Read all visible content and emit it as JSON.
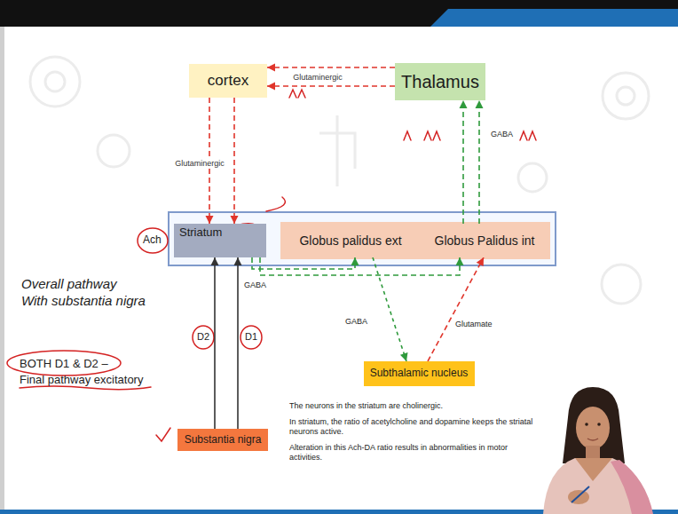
{
  "diagram": {
    "nodes": [
      {
        "text": [
          "cortex"
        ]
      },
      {
        "text": [
          "Thalamus"
        ]
      },
      {
        "text": [
          "Striatum"
        ]
      },
      {
        "text": [
          "Globus palidus ext"
        ]
      },
      {
        "text": [
          "Globus Palidus int"
        ]
      },
      {
        "text": [
          "Subthalamic nucleus"
        ]
      },
      {
        "text": [
          "Substantia nigra"
        ]
      }
    ],
    "edges": [
      {
        "from": 1,
        "to": 0,
        "arrow": "to"
      },
      {
        "from": 1,
        "to": 0,
        "arrow": "to",
        "label": "Glutaminergic"
      },
      {
        "from": 0,
        "to": 2,
        "arrow": "to",
        "label": "Glutaminergic"
      },
      {
        "from": 0,
        "to": 2,
        "arrow": "to"
      },
      {
        "from": 2,
        "to": 3,
        "arrow": "to"
      },
      {
        "from": 2,
        "to": 4,
        "arrow": "to"
      },
      {
        "from": 3,
        "to": 5,
        "arrow": "to"
      },
      {
        "from": 5,
        "to": 4,
        "arrow": "to"
      },
      {
        "from": 4,
        "to": 1,
        "arrow": "to"
      },
      {
        "from": 4,
        "to": 1,
        "arrow": "to"
      },
      {
        "from": 6,
        "to": 2,
        "arrow": "to"
      },
      {
        "from": 6,
        "to": 2,
        "arrow": "to"
      }
    ],
    "labels": [
      "GABA",
      "Ach",
      "GABA",
      "Overall pathway",
      "With substantia nigra",
      "GABA",
      "Glutamate",
      "D2",
      "D1",
      "BOTH D1 & D2 –",
      "Final pathway excitatory",
      "The neurons in the striatum are cholinergic.",
      "In striatum, the ratio of acetylcholine and dopamine keeps the striatal neurons active.",
      "Alteration in this Ach-DA ratio results in abnormalities in motor activities."
    ]
  }
}
